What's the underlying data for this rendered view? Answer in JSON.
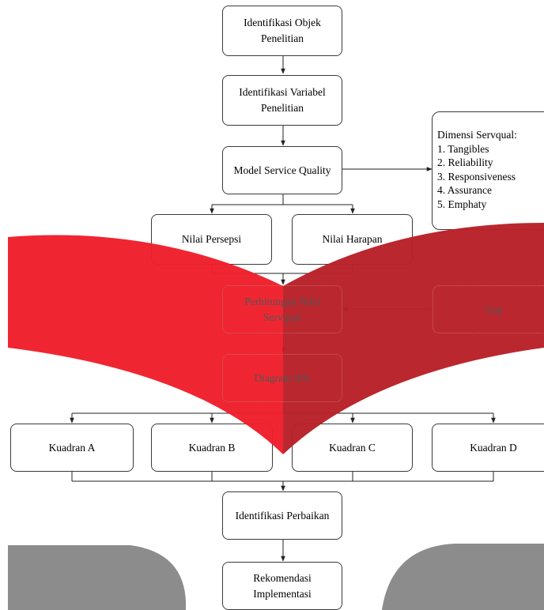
{
  "nodes": {
    "identifikasi_objek": "Identifikasi Objek\nPenelitian",
    "identifikasi_variabel": "Identifikasi Variabel\nPenelitian",
    "model_service_quality": "Model Service Quality",
    "nilai_persepsi": "Nilai Persepsi",
    "nilai_harapan": "Nilai Harapan",
    "perhitungan_servqual": "Perhitungan Nilai\nServqual",
    "gap": "Gap",
    "diagram_ipa": "Diagram IPA",
    "kuadran_a": "Kuadran A",
    "kuadran_b": "Kuadran B",
    "kuadran_c": "Kuadran C",
    "kuadran_d": "Kuadran D",
    "identifikasi_perbaikan": "Identifikasi Perbaikan",
    "rekomendasi_implementasi": "Rekomendasi\nImplementasi"
  },
  "dimensi": {
    "title": "Dimensi Servqual:",
    "items": [
      "1. Tangibles",
      "2. Reliability",
      "3. Responsiveness",
      "4. Assurance",
      "5. Emphaty"
    ]
  },
  "colors": {
    "red_left": "#ee1f2a",
    "red_right": "#b92027",
    "gray": "#8c8c8c",
    "line": "#3a3a3a"
  }
}
